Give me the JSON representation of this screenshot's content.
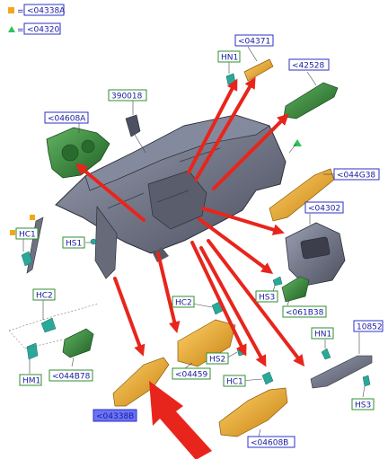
{
  "legend": [
    {
      "symbol": "square",
      "color": "#f2a81d",
      "equals": "=",
      "ref": "<04338A"
    },
    {
      "symbol": "triangle",
      "color": "#2ec35a",
      "equals": "=",
      "ref": "<04320"
    }
  ],
  "callouts": {
    "r04371": {
      "text": "<04371",
      "kind": "ref"
    },
    "hn1_top": {
      "text": "HN1",
      "kind": "part"
    },
    "r42528": {
      "text": "<42528",
      "kind": "ref"
    },
    "p390018": {
      "text": "390018",
      "kind": "part"
    },
    "r04608a": {
      "text": "<04608A",
      "kind": "ref"
    },
    "r044g38": {
      "text": "<044G38",
      "kind": "ref"
    },
    "r04302": {
      "text": "<04302",
      "kind": "ref"
    },
    "hc1_left": {
      "text": "HC1",
      "kind": "part"
    },
    "hs1": {
      "text": "HS1",
      "kind": "part"
    },
    "hs3_mid": {
      "text": "HS3",
      "kind": "part"
    },
    "r061b38": {
      "text": "<061B38",
      "kind": "part"
    },
    "hc2_left": {
      "text": "HC2",
      "kind": "part"
    },
    "hc2_mid": {
      "text": "HC2",
      "kind": "part"
    },
    "r10852": {
      "text": "10852",
      "kind": "ref"
    },
    "hn1_right": {
      "text": "HN1",
      "kind": "part"
    },
    "hm1": {
      "text": "HM1",
      "kind": "part"
    },
    "r044b78": {
      "text": "<044B78",
      "kind": "part"
    },
    "r04459": {
      "text": "<04459",
      "kind": "part"
    },
    "hs2": {
      "text": "HS2",
      "kind": "part"
    },
    "hc1_bottom": {
      "text": "HC1",
      "kind": "part"
    },
    "hs3_right": {
      "text": "HS3",
      "kind": "part"
    },
    "r04338b": {
      "text": "<04338B",
      "kind": "highlight"
    },
    "r04608b": {
      "text": "<04608B",
      "kind": "ref"
    }
  },
  "colors": {
    "ref_border": "#2a32c8",
    "ref_text": "#1a1aa0",
    "part_border": "#2f8f2f",
    "highlight_fill": "#6b73f5",
    "arrow_red": "#e8251c",
    "panel_body": "#6e7180",
    "green_part": "#3a8a3a",
    "orange_part": "#e6a11f",
    "teal_clip": "#2aa89a"
  }
}
